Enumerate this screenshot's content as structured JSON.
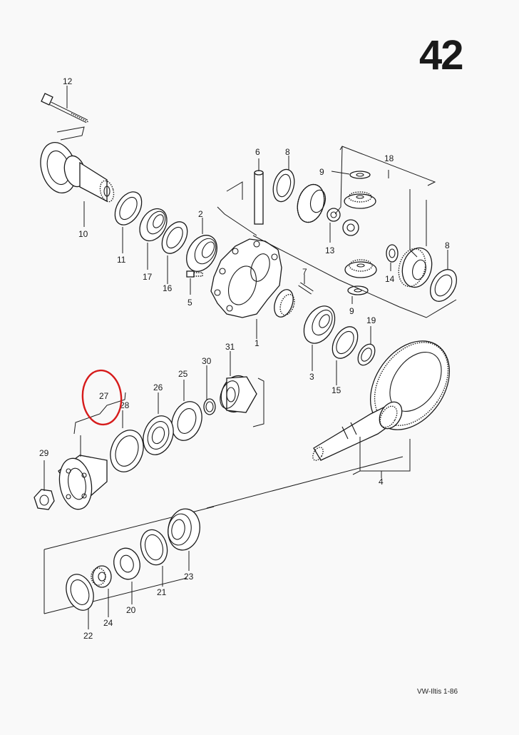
{
  "page": {
    "page_number": "42",
    "footer_code": "VW-Iltis  1-86"
  },
  "callouts": {
    "c1": "1",
    "c2": "2",
    "c3": "3",
    "c4": "4",
    "c5": "5",
    "c6": "6",
    "c7": "7",
    "c8a": "8",
    "c8b": "8",
    "c9a": "9",
    "c9b": "9",
    "c10": "10",
    "c11": "11",
    "c12": "12",
    "c13": "13",
    "c14": "14",
    "c15": "15",
    "c16": "16",
    "c17": "17",
    "c18": "18",
    "c19": "19",
    "c20": "20",
    "c21": "21",
    "c22": "22",
    "c23": "23",
    "c24": "24",
    "c25": "25",
    "c26": "26",
    "c27": "27",
    "c28": "28",
    "c29": "29",
    "c30": "30",
    "c31": "31"
  },
  "highlight": {
    "target": "27",
    "color": "#d61b1b"
  }
}
